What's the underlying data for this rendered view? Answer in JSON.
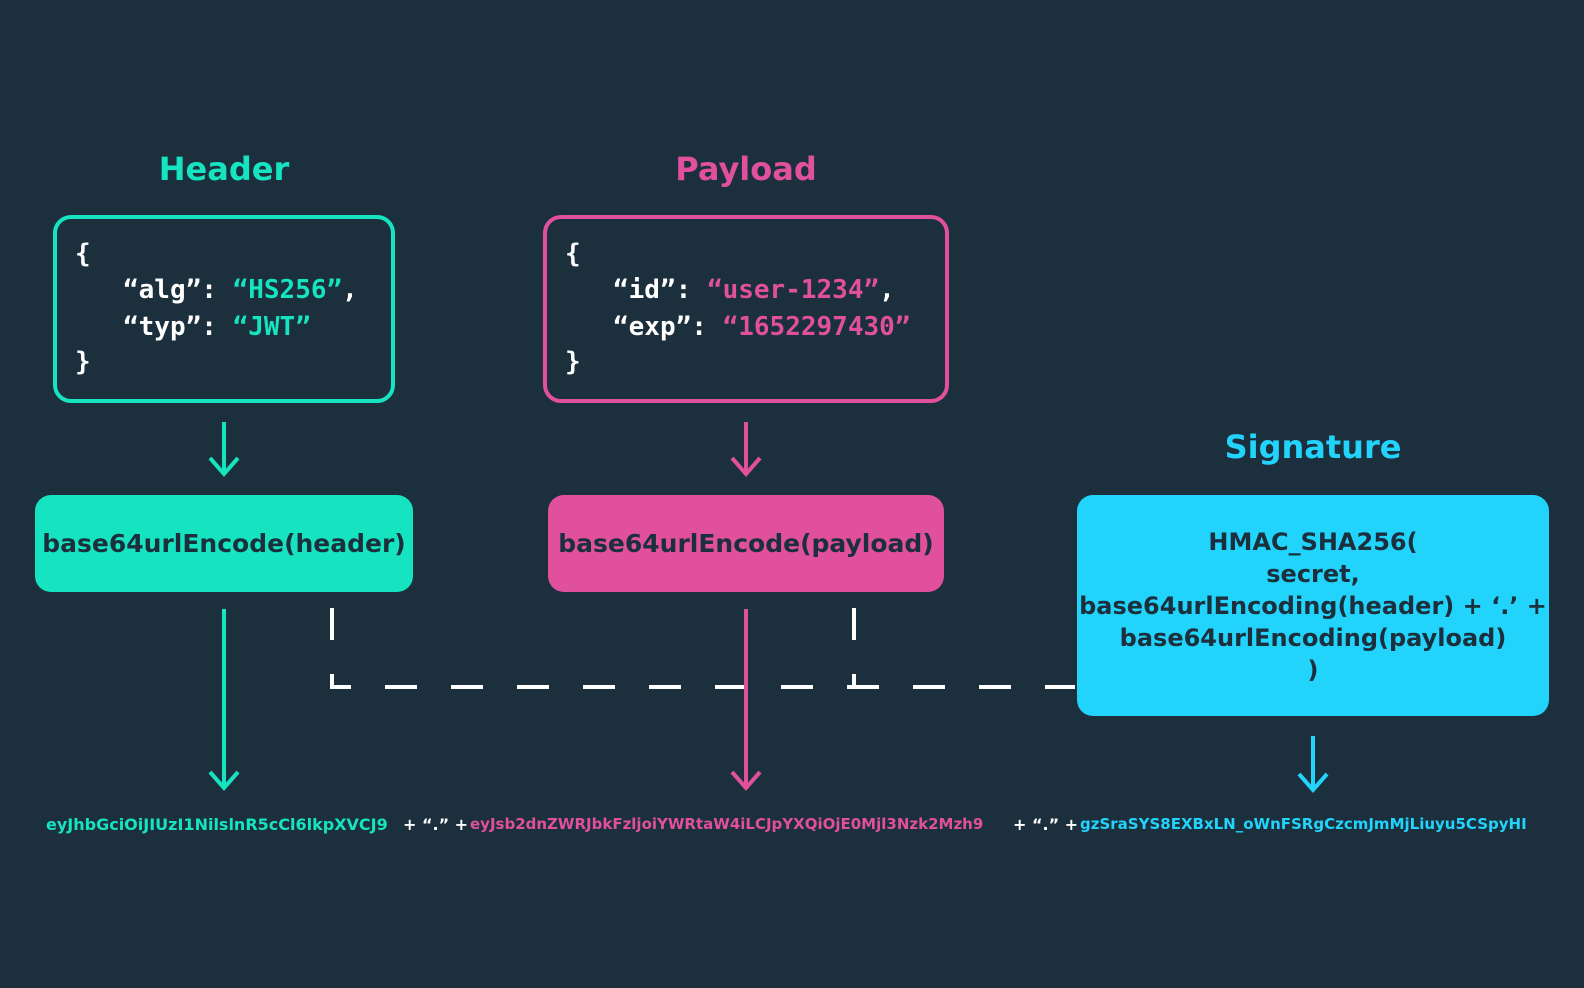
{
  "colors": {
    "background": "#1b2f3c",
    "header": "#16e3c0",
    "payload": "#e0509c",
    "signature": "#22d3fc",
    "text_light": "#ffffff",
    "text_dark": "#1b2f3c"
  },
  "header": {
    "title": "Header",
    "code": {
      "open": "{",
      "alg_key": "“alg”",
      "alg_value": "“HS256”",
      "typ_key": "“typ”",
      "typ_value": "“JWT”",
      "close": "}"
    },
    "encode_label": "base64urlEncode(header)",
    "token": "eyJhbGciOiJIUzI1NilslnR5cCl6lkpXVCJ9"
  },
  "payload": {
    "title": "Payload",
    "code": {
      "open": "{",
      "id_key": "“id”",
      "id_value": "“user-1234”",
      "exp_key": "“exp”",
      "exp_value": "“1652297430”",
      "close": "}"
    },
    "encode_label": "base64urlEncode(payload)",
    "token": "eyJsb2dnZWRJbkFzljoiYWRtaW4iLCJpYXQiOjE0Mjl3Nzk2Mzh9"
  },
  "signature": {
    "title": "Signature",
    "formula": [
      "HMAC_SHA256(",
      "secret,",
      "base64urlEncoding(header) + ‘.’ +",
      "base64urlEncoding(payload)",
      ")"
    ],
    "token": "gzSraSYS8EXBxLN_oWnFSRgCzcmJmMjLiuyu5CSpyHI"
  },
  "separator": "+ “.” +"
}
